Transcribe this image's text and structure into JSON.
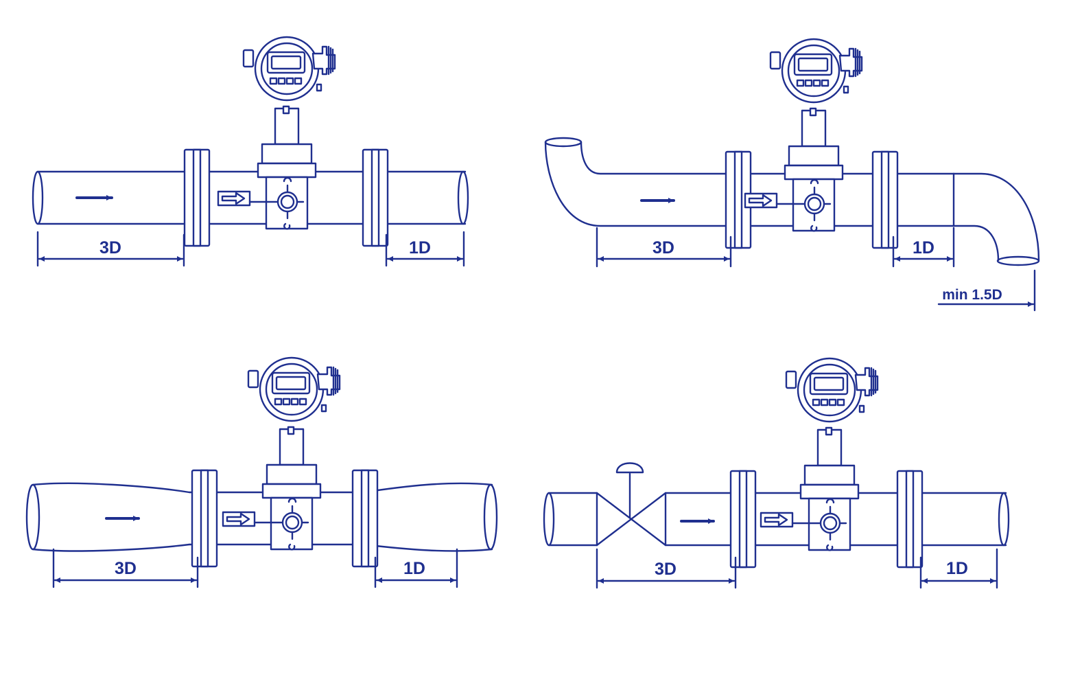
{
  "colors": {
    "line": "#1f2f8f",
    "background": "#ffffff"
  },
  "panels": [
    {
      "layout": "straight",
      "upstream_label": "3D",
      "downstream_label": "1D"
    },
    {
      "layout": "elbows",
      "upstream_label": "3D",
      "downstream_label": "1D",
      "outlet_label": "min 1.5D"
    },
    {
      "layout": "reducer",
      "upstream_label": "3D",
      "downstream_label": "1D"
    },
    {
      "layout": "valve",
      "upstream_label": "3D",
      "downstream_label": "1D"
    }
  ]
}
